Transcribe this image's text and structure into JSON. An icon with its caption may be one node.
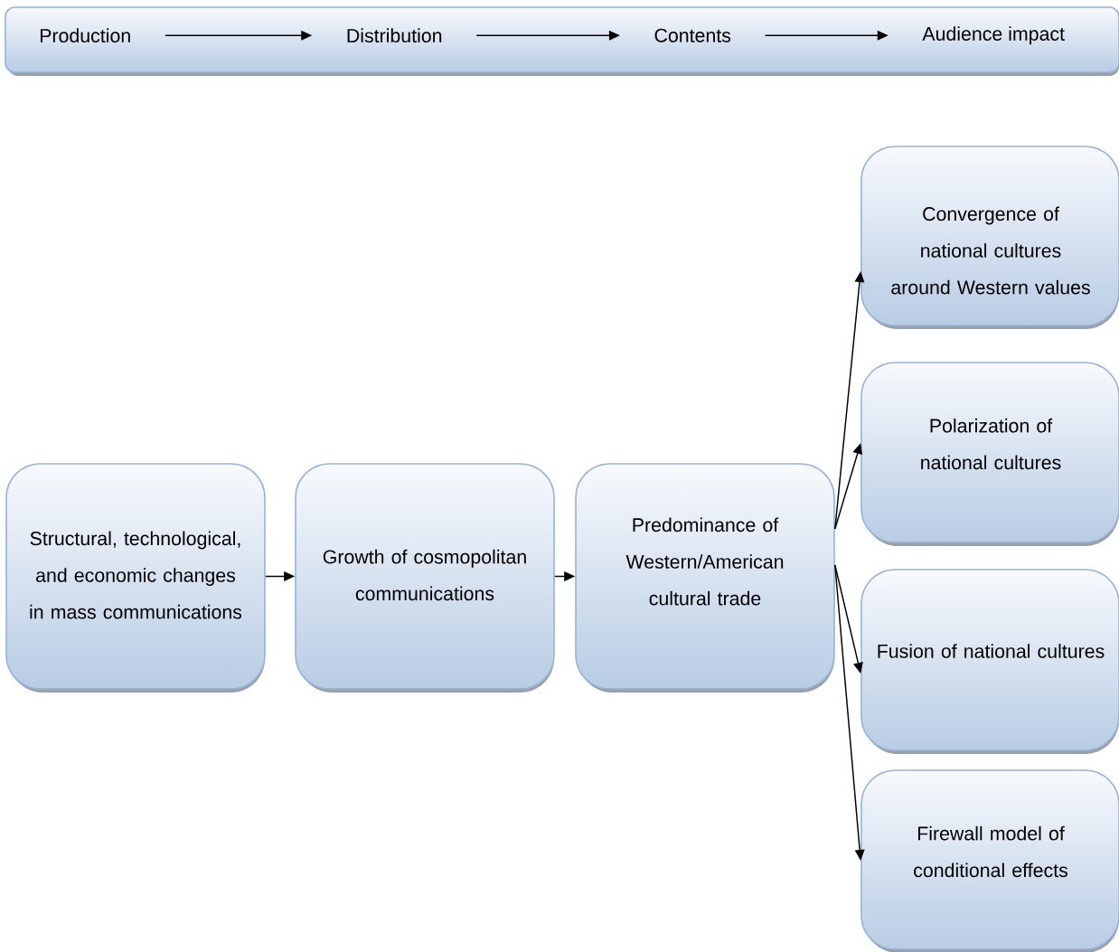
{
  "diagram": {
    "nodes": [
      {
        "text": [],
        "shape": "box"
      },
      {
        "text": [
          "Production"
        ],
        "in": 0
      },
      {
        "text": [
          "Distribution"
        ],
        "in": 0
      },
      {
        "text": [
          "Contents"
        ],
        "in": 0
      },
      {
        "text": [
          "Audience impact"
        ],
        "in": 0
      },
      {
        "text": [
          "Structural, technological, and economic changes in mass communications"
        ]
      },
      {
        "text": [
          "Growth of cosmopolitan communications"
        ]
      },
      {
        "text": [
          "Predominance of Western/American cultural trade"
        ]
      },
      {
        "text": [
          "Convergence of national cultures around Western values"
        ]
      },
      {
        "text": [
          "Polarization of national cultures"
        ]
      },
      {
        "text": [
          "Fusion of national cultures"
        ]
      },
      {
        "text": [
          "Firewall model of conditional effects"
        ]
      }
    ],
    "edges": [
      {
        "from": 1,
        "to": 2,
        "arrow": "to"
      },
      {
        "from": 2,
        "to": 3,
        "arrow": "to"
      },
      {
        "from": 3,
        "to": 4,
        "arrow": "to"
      },
      {
        "from": 5,
        "to": 6,
        "arrow": "to"
      },
      {
        "from": 6,
        "to": 7,
        "arrow": "to"
      },
      {
        "from": 7,
        "to": 8,
        "arrow": "to"
      },
      {
        "from": 7,
        "to": 9,
        "arrow": "to"
      },
      {
        "from": 7,
        "to": 10,
        "arrow": "to"
      },
      {
        "from": 7,
        "to": 11,
        "arrow": "to"
      }
    ]
  }
}
